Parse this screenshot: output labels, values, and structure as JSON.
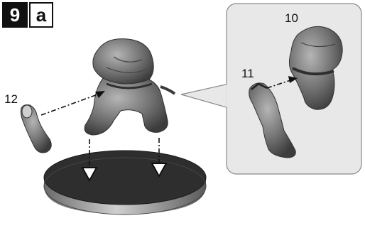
{
  "step": {
    "number": "9",
    "sub": "a"
  },
  "parts": {
    "p10": "10",
    "p11": "11",
    "p12": "12"
  },
  "colors": {
    "panel_bg": "#e8e8e8",
    "panel_border": "#8a8a8a",
    "model_grey": "#6f6f6f",
    "base_dark": "#2e2e2e",
    "arrow": "#111111"
  }
}
